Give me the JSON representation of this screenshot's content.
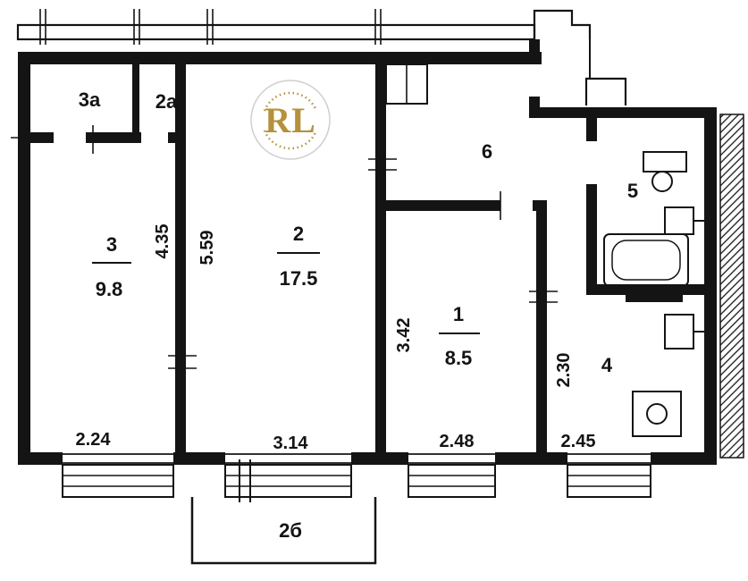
{
  "plan": {
    "logo": {
      "text": "RL"
    },
    "rooms": {
      "r3a": {
        "label": "3а"
      },
      "r2a": {
        "label": "2а"
      },
      "r3": {
        "label": "3",
        "area": "9.8"
      },
      "r2": {
        "label": "2",
        "area": "17.5"
      },
      "r1": {
        "label": "1",
        "area": "8.5"
      },
      "r6": {
        "label": "6"
      },
      "r5": {
        "label": "5"
      },
      "r4": {
        "label": "4"
      },
      "balcony": {
        "label": "2б"
      }
    },
    "dims": {
      "r3_w": "2.24",
      "r3_h": "4.35",
      "r2_w": "3.14",
      "r2_h": "5.59",
      "r1_w": "2.48",
      "r1_h": "3.42",
      "r4_w": "2.45",
      "r4_h": "2.30"
    },
    "colors": {
      "ink": "#141414",
      "logo_gold": "#b5913c"
    }
  }
}
